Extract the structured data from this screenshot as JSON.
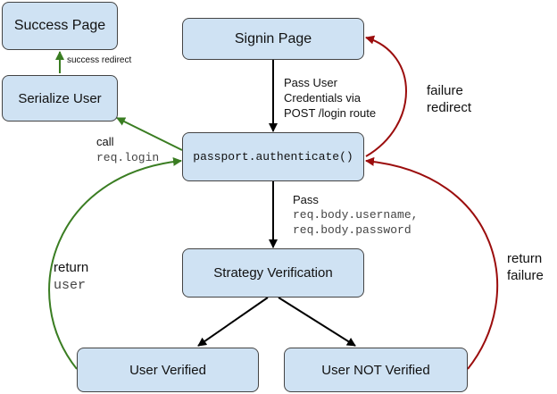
{
  "nodes": {
    "success_page": "Success Page",
    "serialize_user": "Serialize User",
    "signin_page": "Signin Page",
    "passport_authenticate": "passport.authenticate()",
    "strategy_verification": "Strategy Verification",
    "user_verified": "User Verified",
    "user_not_verified": "User NOT Verified"
  },
  "edge_labels": {
    "success_redirect": "success redirect",
    "pass_credentials": [
      "Pass User",
      "Credentials via",
      "POST /login route"
    ],
    "failure_redirect": [
      "failure",
      "redirect"
    ],
    "call": "call",
    "call_code": "req.login",
    "pass": "Pass",
    "pass_code": [
      "req.body.username,",
      "req.body.password"
    ],
    "return_user": "return",
    "return_user_code": "user",
    "return_failure": [
      "return",
      "failure"
    ]
  },
  "colors": {
    "node_fill": "#cfe2f3",
    "node_border": "#444444",
    "black_edge": "#000000",
    "green_edge": "#3a7d22",
    "red_edge": "#9b0d0d"
  }
}
